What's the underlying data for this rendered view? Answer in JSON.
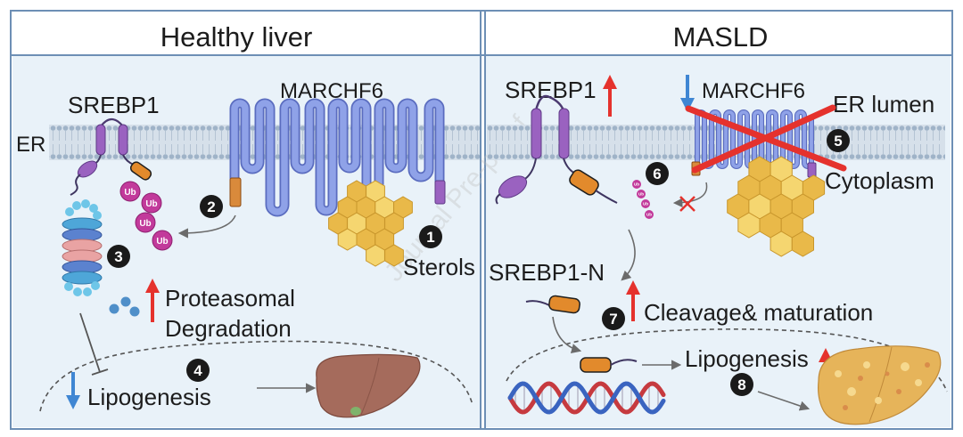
{
  "header": {
    "left_title": "Healthy liver",
    "right_title": "MASLD"
  },
  "labels": {
    "er": "ER",
    "srebp1_left": "SREBP1",
    "marchf6_left": "MARCHF6",
    "srebp1_right": "SREBP1",
    "marchf6_right": "MARCHF6",
    "er_lumen": "ER lumen",
    "cytoplasm": "Cytoplasm",
    "sterols": "Sterols",
    "srebp1_n": "SREBP1-N",
    "proteasomal": "Proteasomal",
    "degradation": "Degradation",
    "cleavage": "Cleavage& maturation",
    "lipogenesis_left": "Lipogenesis",
    "lipogenesis_right": "Lipogenesis",
    "ub": "Ub"
  },
  "steps": [
    "1",
    "2",
    "3",
    "4",
    "5",
    "6",
    "7",
    "8"
  ],
  "watermark": "Journal Pre-proof",
  "indicators": {
    "srebp1_right": "red-up-arrow-icon",
    "marchf6_right": "blue-down-arrow-icon",
    "proteasomal_degradation": "red-up-arrow-icon",
    "cleavage_maturation": "red-up-arrow-icon",
    "lipogenesis_left": "blue-down-arrow-icon",
    "lipogenesis_right": "red-up-arrow-icon",
    "marchf6_inhibited": "red-cross-icon"
  },
  "colors": {
    "increase_arrow": "#e5322d",
    "decrease_arrow": "#3f86d3",
    "marchf6": "#8fa2e8",
    "srebp1": "#9a62c0",
    "srebp1_n": "#e28a2c",
    "ubiquitin": "#c23a9b",
    "sterol": "#e9b949",
    "panel_bg": "#e9f2f9",
    "panel_border": "#6d8fb5",
    "healthy_liver": "#a56b5c",
    "fatty_liver": "#e6b45a"
  }
}
